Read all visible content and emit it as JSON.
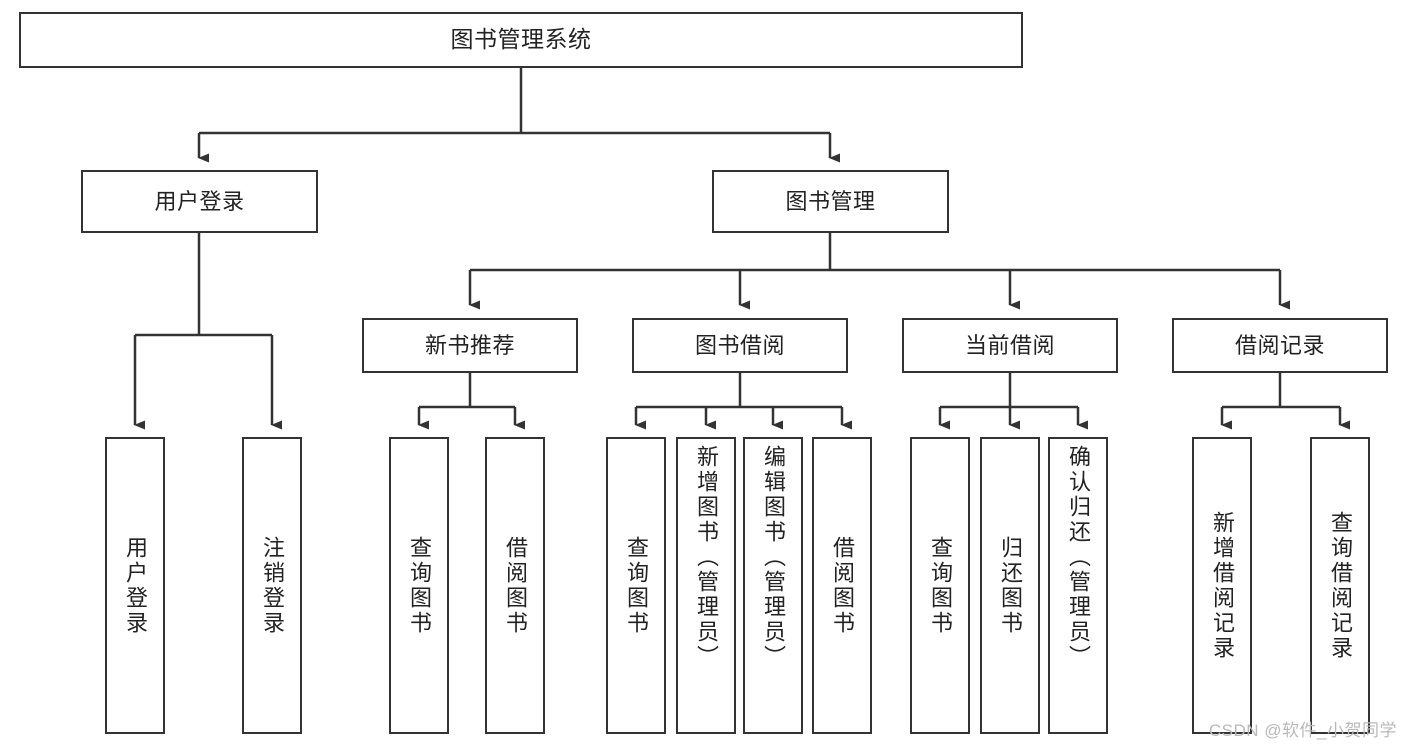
{
  "diagram": {
    "title": "图书管理系统",
    "type": "tree",
    "watermark": "CSDN @软件_小贺同学",
    "colors": {
      "box_border": "#333333",
      "box_fill": "#ffffff",
      "edge": "#333333",
      "text": "#222222",
      "watermark": "#b9b9b9",
      "background": "#ffffff"
    },
    "root": {
      "label": "图书管理系统"
    },
    "level2": [
      {
        "label": "用户登录"
      },
      {
        "label": "图书管理"
      }
    ],
    "level3": [
      {
        "label": "新书推荐"
      },
      {
        "label": "图书借阅"
      },
      {
        "label": "当前借阅"
      },
      {
        "label": "借阅记录"
      }
    ],
    "leaves": {
      "user_login": [
        {
          "label": "用户登录"
        },
        {
          "label": "注销登录"
        }
      ],
      "new_book_recommend": [
        {
          "label": "查询图书"
        },
        {
          "label": "借阅图书"
        }
      ],
      "book_borrow": [
        {
          "label": "查询图书"
        },
        {
          "label": "新增图书（管理员）"
        },
        {
          "label": "编辑图书（管理员）"
        },
        {
          "label": "借阅图书"
        }
      ],
      "current_borrow": [
        {
          "label": "查询图书"
        },
        {
          "label": "归还图书"
        },
        {
          "label": "确认归还（管理员）"
        }
      ],
      "borrow_record": [
        {
          "label": "新增借阅记录"
        },
        {
          "label": "查询借阅记录"
        }
      ]
    }
  }
}
